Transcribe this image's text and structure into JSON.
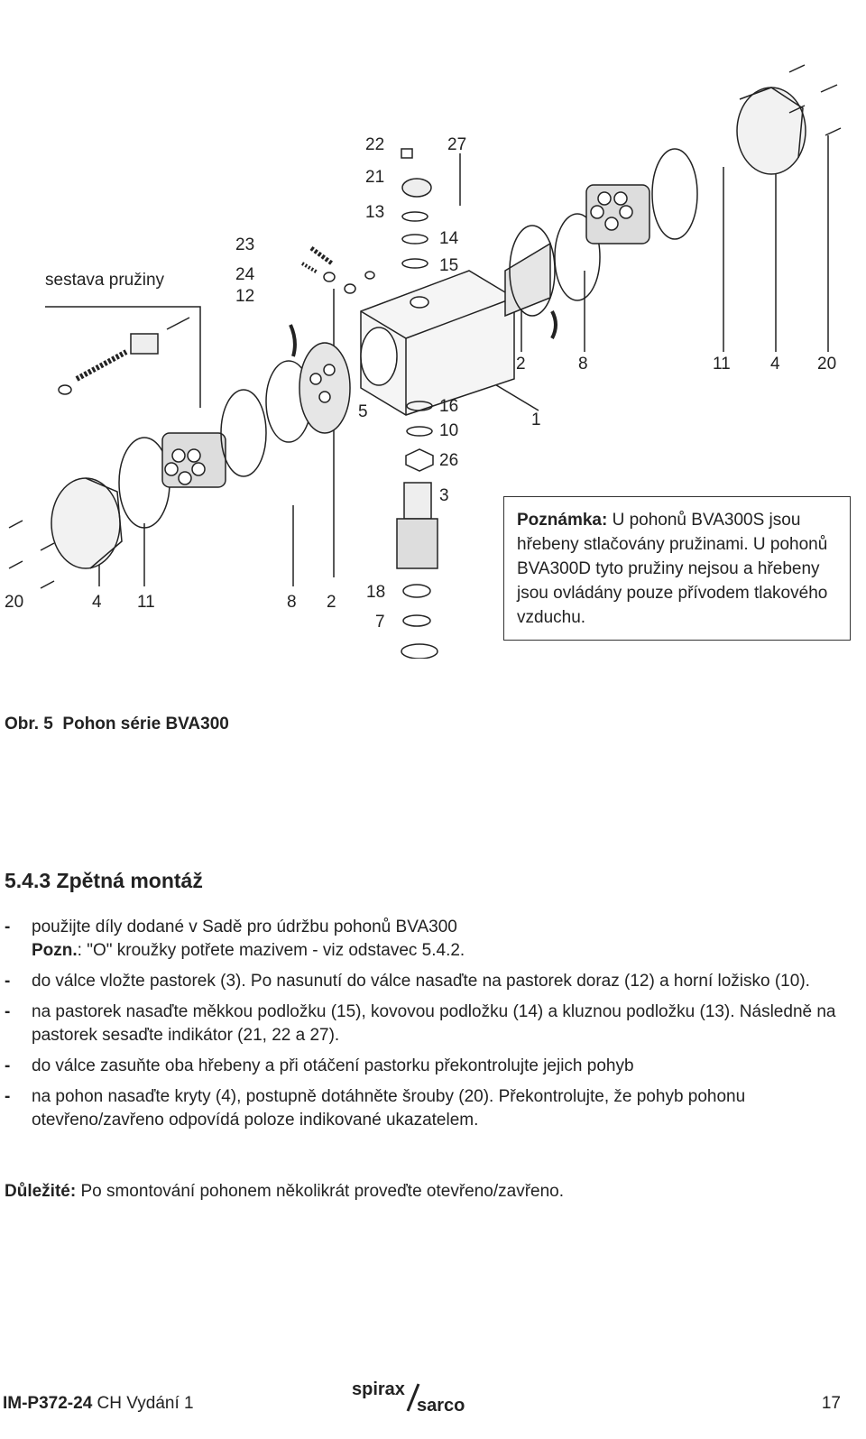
{
  "diagram": {
    "assembly_label": "sestava pružiny",
    "callouts": {
      "c22": "22",
      "c27": "27",
      "c21": "21",
      "c13": "13",
      "c14": "14",
      "c15": "15",
      "c23": "23",
      "c24": "24",
      "c12": "12",
      "c5": "5",
      "c16": "16",
      "c10": "10",
      "c26": "26",
      "c3": "3",
      "c1": "1",
      "r2": "2",
      "r8": "8",
      "r11": "11",
      "r4": "4",
      "r20": "20",
      "l20": "20",
      "l4": "4",
      "l11": "11",
      "l8": "8",
      "l2": "2",
      "c18": "18",
      "c7": "7"
    }
  },
  "note": {
    "label": "Poznámka:",
    "text": " U pohonů BVA300S jsou hřebeny stlačovány pružinami. U pohonů BVA300D tyto pružiny nejsou a hřebeny jsou ovládány pouze přívodem tlakového vzduchu."
  },
  "caption": {
    "label": "Obr. 5",
    "text": "Pohon série BVA300"
  },
  "section": {
    "title": "5.4.3  Zpětná montáž"
  },
  "bullets": [
    {
      "text": "použijte díly dodané v Sadě pro údržbu pohonů BVA300"
    },
    {
      "text": "do válce vložte pastorek (3). Po nasunutí do válce nasaďte na pastorek doraz (12) a horní ložisko (10)."
    },
    {
      "text": "na pastorek nasaďte měkkou podložku (15), kovovou podložku (14) a kluznou podložku (13). Následně na pastorek sesaďte indikátor (21, 22 a 27)."
    },
    {
      "text": "do válce zasuňte oba hřebeny a při otáčení pastorku překontrolujte jejich pohyb"
    },
    {
      "text": "na pohon nasaďte kryty (4), postupně dotáhněte šrouby (20). Překontrolujte, že pohyb pohonu otevřeno/zavřeno odpovídá poloze indikované ukazatelem."
    }
  ],
  "pozn": {
    "label": "Pozn.",
    "text": ": \"O\" kroužky potřete mazivem - viz odstavec 5.4.2."
  },
  "important": {
    "label": "Důležité:",
    "text": "  Po smontování pohonem několikrát proveďte otevřeno/zavřeno."
  },
  "footer": {
    "doc_code": "IM-P372-24",
    "edition": " CH Vydání 1",
    "logo_top": "spirax",
    "logo_bottom": "sarco",
    "page_number": "17"
  }
}
